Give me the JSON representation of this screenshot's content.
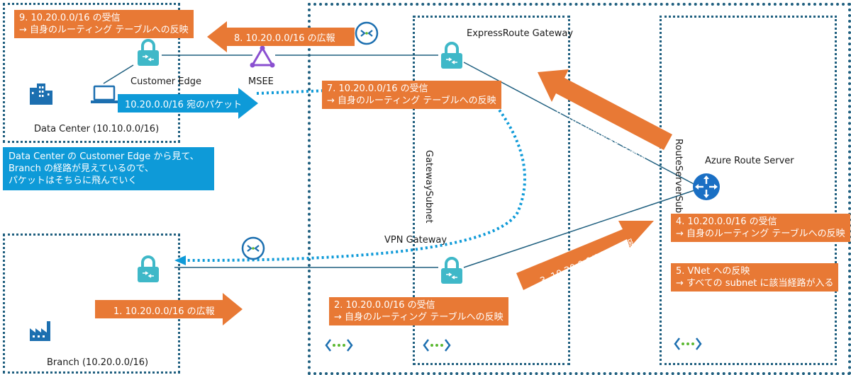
{
  "labels": {
    "dc_title": "Data Center (10.10.0.0/16)",
    "branch_title": "Branch (10.20.0.0/16)",
    "customer_edge": "Customer Edge",
    "msee": "MSEE",
    "er_gateway": "ExpressRoute Gateway",
    "vpn_gateway": "VPN Gateway",
    "gateway_subnet": "GatewaySubnet",
    "route_server_subnet": "RouteServerSubnet",
    "azure_route_server": "Azure Route Server"
  },
  "steps": {
    "s1": "1. 10.20.0.0/16 の広報",
    "s2a": "2. 10.20.0.0/16 の受信",
    "s2b": "→ 自身のルーティング テーブルへの反映",
    "s3": "3. 10.20.0.0/16 の広報",
    "s4a": "4. 10.20.0.0/16 の受信",
    "s4b": "→ 自身のルーティング テーブルへの反映",
    "s5a": "5. VNet への反映",
    "s5b": "→ すべての subnet に該当経路が入る",
    "s6": "6. 10.20.0.0/16 の広報",
    "s7a": "7. 10.20.0.0/16 の受信",
    "s7b": "→ 自身のルーティング テーブルへの反映",
    "s8": "8. 10.20.0.0/16 の広報",
    "s9a": "9. 10.20.0.0/16 の受信",
    "s9b": "→ 自身のルーティング テーブルへの反映"
  },
  "packet_label": "10.20.0.0/16 宛のパケット",
  "note": {
    "line1": "Data Center の Customer Edge から見て、",
    "line2": "Branch の経路が見えているので、",
    "line3": "パケットはそちらに飛んでいく"
  },
  "colors": {
    "orange": "#e87935",
    "blue": "#0e9ad8",
    "box_border": "#1f5f7f",
    "lock_teal": "#3fb8c8"
  },
  "icons": [
    "lock-icon",
    "building-icon",
    "factory-icon",
    "laptop-icon",
    "router-icon",
    "msee-triangle-icon",
    "vnet-icon",
    "connection-icon"
  ]
}
